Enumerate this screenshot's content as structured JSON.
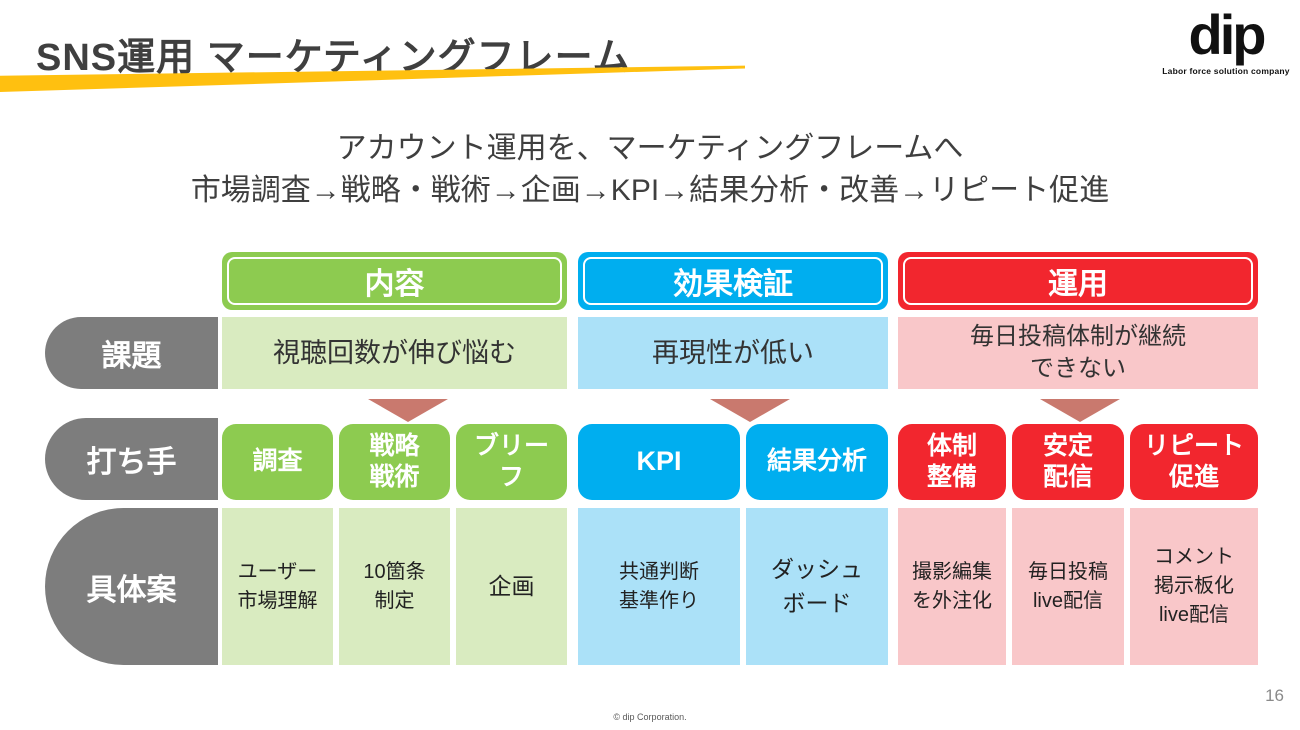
{
  "slide": {
    "title": "SNS運用 マーケティングフレーム",
    "page_number": "16",
    "copyright": "© dip Corporation."
  },
  "logo": {
    "text": "dip",
    "tagline": "Labor force solution company"
  },
  "subtitle": {
    "line1": "アカウント運用を、マーケティングフレームへ",
    "line2": "市場調査→戦略・戦術→企画→KPI→結果分析・改善→リピート促進"
  },
  "rows": [
    "課題",
    "打ち手",
    "具体案"
  ],
  "columns": [
    {
      "header": "内容",
      "issue": "視聴回数が伸び悩む",
      "actions": [
        "調査",
        "戦略\n戦術",
        "ブリー\nフ"
      ],
      "details": [
        "ユーザー\n市場理解",
        "10箇条\n制定",
        "企画"
      ]
    },
    {
      "header": "効果検証",
      "issue": "再現性が低い",
      "actions": [
        "KPI",
        "結果分析"
      ],
      "details": [
        "共通判断\n基準作り",
        "ダッシュ\nボード"
      ]
    },
    {
      "header": "運用",
      "issue": "毎日投稿体制が継続\nできない",
      "actions": [
        "体制\n整備",
        "安定\n配信",
        "リピート\n促進"
      ],
      "details": [
        "撮影編集\nを外注化",
        "毎日投稿\nlive配信",
        "コメント\n掲示板化\nlive配信"
      ]
    }
  ],
  "colors": {
    "green": "#8DCB50",
    "green_light": "#D9EBC0",
    "blue": "#00AEEF",
    "blue_light": "#ABE1F8",
    "red": "#F2262E",
    "red_light": "#F9C7C9",
    "row_label_gray": "#7d7d7d",
    "title_accent_yellow": "#FFC010",
    "arrow_salmon": "#C9796E"
  }
}
